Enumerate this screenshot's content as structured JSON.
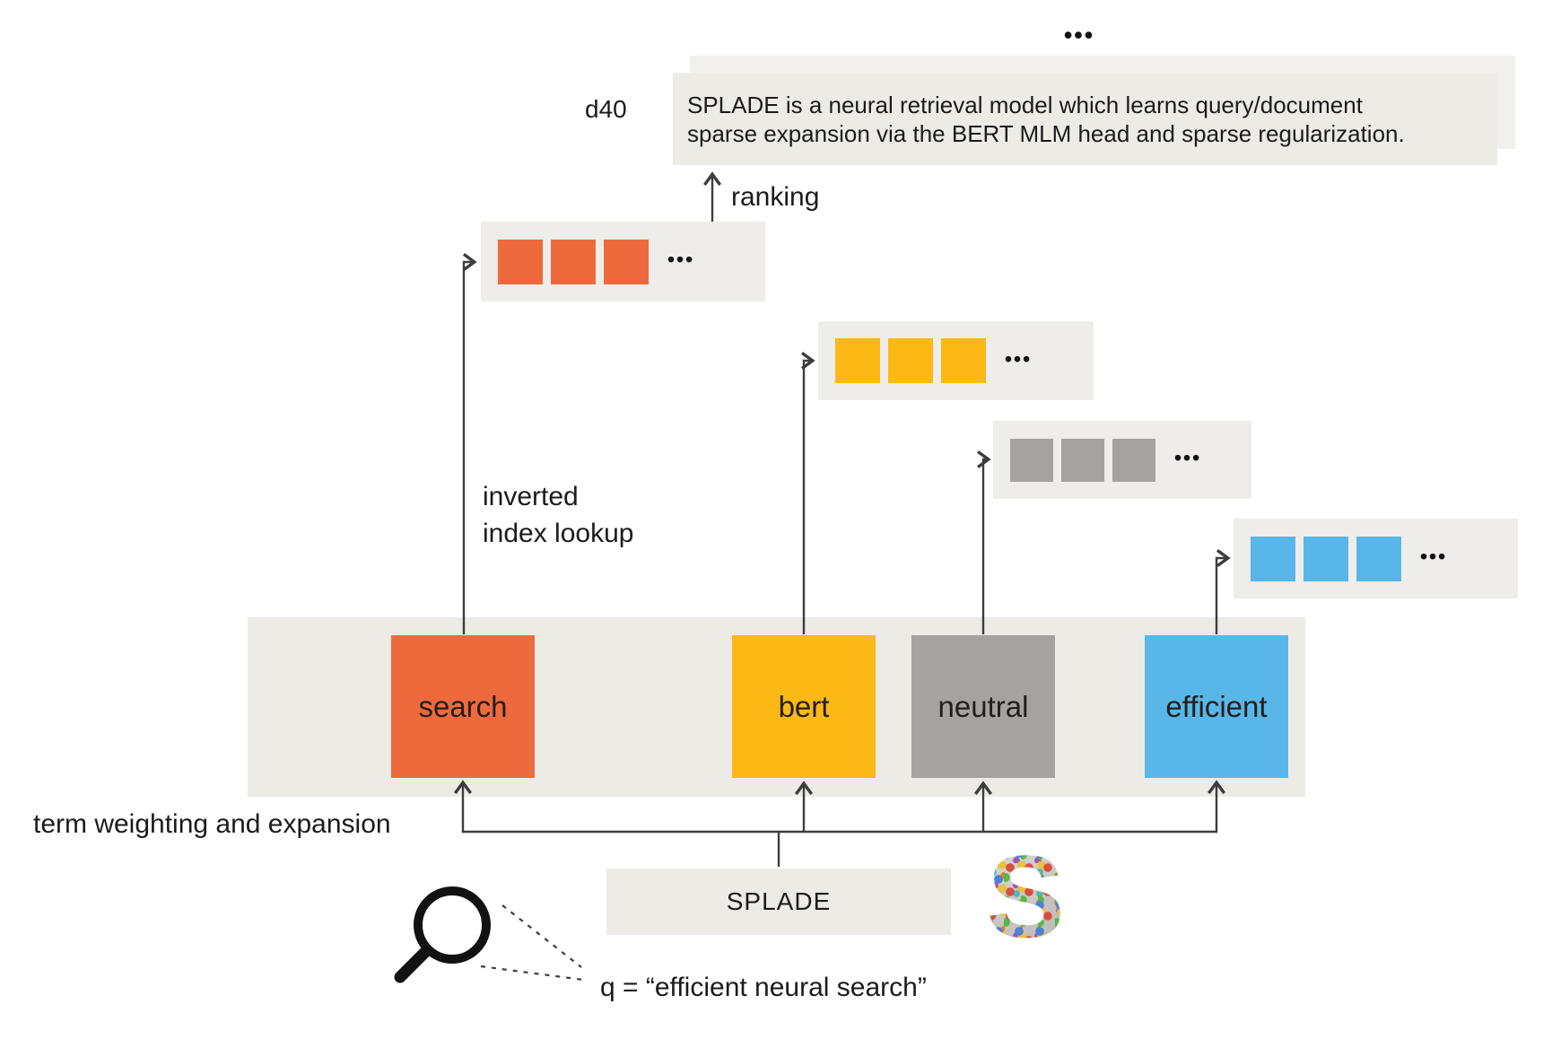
{
  "palette": {
    "orange": "#ee6a3c",
    "yellow": "#fcb815",
    "gray": "#a5a2a0",
    "blue": "#58b7e8",
    "surface": "#ecebe6",
    "posting_surface": "#eeede9",
    "card_behind": "#f2f0ec",
    "line": "#3d3d3d",
    "text": "#1d1b1a"
  },
  "documents": {
    "ellipsis": "•••",
    "d40": {
      "id": "d40",
      "line1": "SPLADE is a neural retrieval model which learns query/document",
      "line2": "sparse expansion via the BERT MLM head and sparse regularization."
    }
  },
  "labels": {
    "ranking": "ranking",
    "inverted_index": {
      "line1": "inverted",
      "line2": "index lookup"
    }
  },
  "posting_lists": [
    {
      "term": "search",
      "color": "#ee6a3c",
      "visible_squares": 3,
      "ellipsis": "•••"
    },
    {
      "term": "bert",
      "color": "#fcb815",
      "visible_squares": 3,
      "ellipsis": "•••"
    },
    {
      "term": "neutral",
      "color": "#a5a2a0",
      "visible_squares": 3,
      "ellipsis": "•••"
    },
    {
      "term": "efficient",
      "color": "#58b7e8",
      "visible_squares": 3,
      "ellipsis": "•••"
    }
  ],
  "band": {
    "caption": "term weighting and expansion",
    "terms": [
      {
        "label": "search",
        "color": "#ee6a3c"
      },
      {
        "label": "bert",
        "color": "#fcb815"
      },
      {
        "label": "neutral",
        "color": "#a5a2a0"
      },
      {
        "label": "efficient",
        "color": "#58b7e8"
      }
    ]
  },
  "model": {
    "label": "SPLADE",
    "logo_letter": "S"
  },
  "query": {
    "text": "q = “efficient neural search”"
  }
}
